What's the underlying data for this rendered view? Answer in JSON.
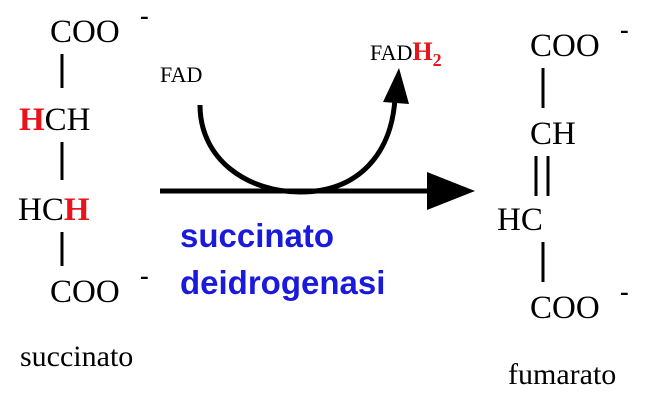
{
  "reactant": {
    "name": "succinato",
    "top_group": "COO",
    "middle_1_red": "H",
    "middle_1_black": "CH",
    "middle_2_black": "HC",
    "middle_2_red": "H",
    "bottom_group": "COO",
    "charge": "-"
  },
  "product": {
    "name": "fumarato",
    "top_group": "COO",
    "middle_1": "CH",
    "middle_2": "HC",
    "bottom_group": "COO",
    "charge": "-"
  },
  "cofactor": {
    "input": "FAD",
    "output_base": "FAD",
    "output_h": "H",
    "output_sub": "2"
  },
  "enzyme": {
    "line1": "succinato",
    "line2": "deidrogenasi"
  },
  "colors": {
    "highlight": "#e8141c",
    "enzyme": "#1a1adc",
    "ink": "#000000"
  }
}
